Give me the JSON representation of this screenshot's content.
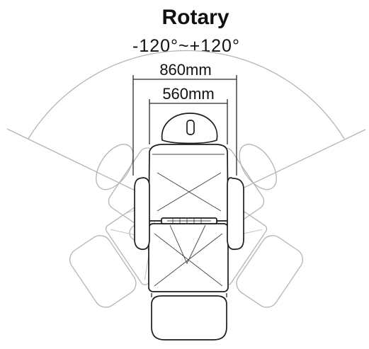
{
  "title": "Rotary",
  "rotation_range": "-120°~+120°",
  "dimensions": {
    "outer_width": "860mm",
    "inner_width": "560mm"
  },
  "colors": {
    "outline": "#1c1c1c",
    "ghost_outline": "#b4b4b4",
    "background": "#ffffff"
  }
}
